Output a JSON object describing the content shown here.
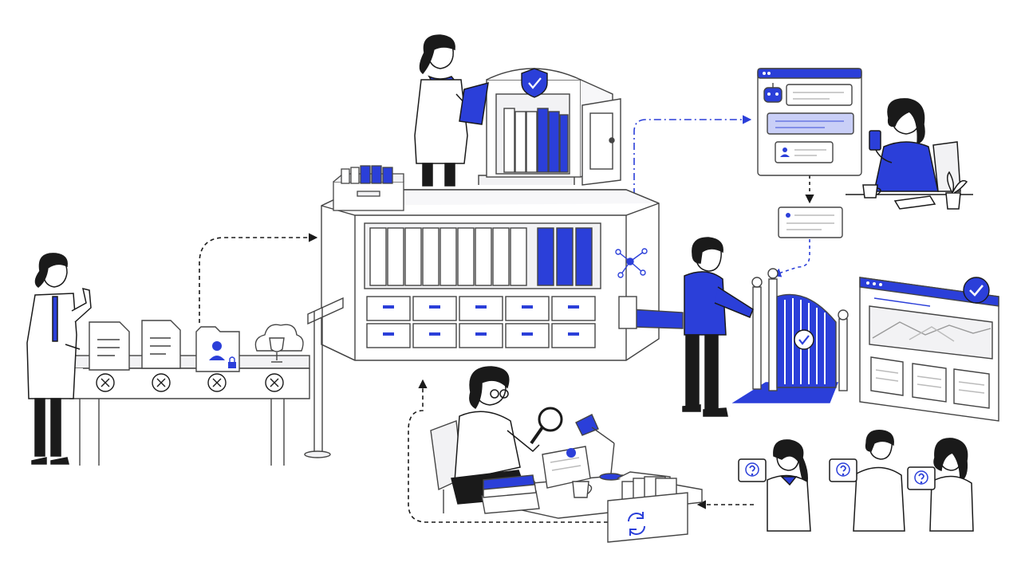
{
  "colors": {
    "accent": "#2b3fd9",
    "ink": "#1a1a1a",
    "line": "#444444",
    "paper": "#ffffff",
    "shade": "#f2f2f4",
    "accent_light": "#c9cff7"
  },
  "icons": {
    "shield": "shield-check-icon",
    "network": "network-nodes-icon",
    "robot": "robot-icon",
    "user": "user-icon",
    "lock": "lock-icon",
    "trophy": "trophy-icon",
    "cloud": "cloud-icon",
    "reject": "x-mark-icon",
    "verified": "checkmark-icon",
    "sync": "refresh-icon",
    "question": "question-mark-icon",
    "search": "magnifying-glass-icon",
    "lamp": "desk-lamp-icon"
  },
  "flow": {
    "steps": [
      "screening-table",
      "central-archive",
      "secure-cabinet",
      "chat-assistant",
      "access-gate",
      "dashboard",
      "public-questions",
      "return-tray",
      "curator-review"
    ],
    "arrows": [
      "screening-to-archive",
      "archive-to-chat",
      "chat-to-gate",
      "questions-to-tray",
      "review-to-archive"
    ]
  }
}
